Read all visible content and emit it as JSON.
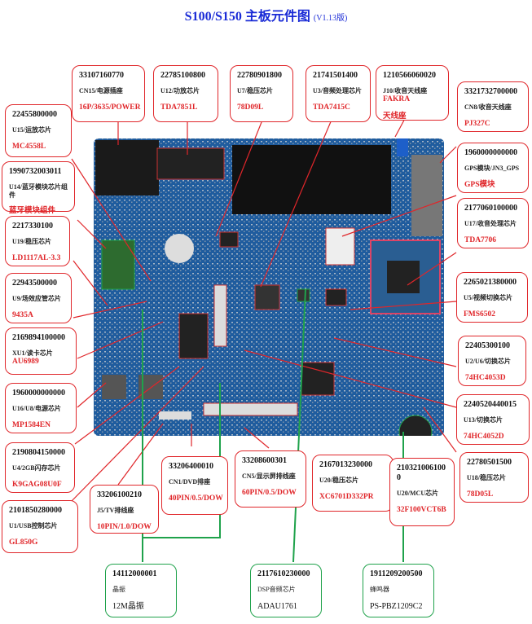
{
  "title": {
    "main": "S100/S150 主板元件图",
    "version": "(V1.13版)"
  },
  "colors": {
    "title": "#1a2bd6",
    "callout_red": "#e0262a",
    "callout_green": "#1fa24b",
    "board": "#1e5a9c"
  },
  "callouts": [
    {
      "id": "cn15",
      "pn": "33107160770",
      "desc": "CN15/电源插座",
      "model": "16P/3635/POWER"
    },
    {
      "id": "u12",
      "pn": "22785100800",
      "desc": "U12/功放芯片",
      "model": "TDA7851L"
    },
    {
      "id": "u7",
      "pn": "22780901800",
      "desc": "U7/稳压芯片",
      "model": "78D09L"
    },
    {
      "id": "u3",
      "pn": "21741501400",
      "desc": "U3/音频处理芯片",
      "model": "TDA7415C"
    },
    {
      "id": "j10",
      "pn": "1210566060020",
      "desc": "J10/收音天线座",
      "model": "FAKRA",
      "model2": "天线座"
    },
    {
      "id": "cn8",
      "pn": "3321732700000",
      "desc": "CN8/收音天线座",
      "model": "PJ327C"
    },
    {
      "id": "gps",
      "pn": "1960000000000",
      "desc": "GPS模块/JN3_GPS",
      "model": "GPS模块"
    },
    {
      "id": "u17",
      "pn": "2177060100000",
      "desc": "U17/收音处理芯片",
      "model": "TDA7706"
    },
    {
      "id": "u15",
      "pn": "22455800000",
      "desc": "U15/运放芯片",
      "model": "MC4558L"
    },
    {
      "id": "u14",
      "pn": "1990732003011",
      "desc": "U14/蓝牙模块芯片组件",
      "model": "蓝牙模块组件"
    },
    {
      "id": "u19",
      "pn": "2217330100",
      "desc": "U19/稳压芯片",
      "model": "LD1117AL-3.3"
    },
    {
      "id": "u9",
      "pn": "22943500000",
      "desc": "U9/场效应管芯片",
      "model": "9435A"
    },
    {
      "id": "xu1",
      "pn": "2169894100000",
      "desc": "XU1/读卡芯片",
      "model": "AU6989"
    },
    {
      "id": "u16",
      "pn": "1960000000000",
      "desc": "U16/U8/电源芯片",
      "model": "MP1584EN"
    },
    {
      "id": "u5",
      "pn": "2265021380000",
      "desc": "U5/视频切换芯片",
      "model": "FMS6502"
    },
    {
      "id": "u2",
      "pn": "22405300100",
      "desc": "U2/U6/切换芯片",
      "model": "74HC4053D"
    },
    {
      "id": "u13",
      "pn": "2240520440015",
      "desc": "U13/切换芯片",
      "model": "74HC4052D"
    },
    {
      "id": "u18",
      "pn": "22780501500",
      "desc": "U18/稳压芯片",
      "model": "78D05L"
    },
    {
      "id": "u4",
      "pn": "2190804150000",
      "desc": "U4/2GB闪存芯片",
      "model": "K9GAG08U0F"
    },
    {
      "id": "u1",
      "pn": "2101850280000",
      "desc": "U1/USB控制芯片",
      "model": "GL850G"
    },
    {
      "id": "j5",
      "pn": "33206100210",
      "desc": "J5/TV排线座",
      "model": "10PIN/1.0/DOW"
    },
    {
      "id": "cn1",
      "pn": "33206400010",
      "desc": "CN1/DVD排座",
      "model": "40PIN/0.5/DOW"
    },
    {
      "id": "cn5",
      "pn": "33208600301",
      "desc": "CN5/显示屏排线座",
      "model": "60PIN/0.5/DOW"
    },
    {
      "id": "u20a",
      "pn": "2167013230000",
      "desc": "U20/稳压芯片",
      "model": "XC6701D332PR"
    },
    {
      "id": "u20b",
      "pn": "2103210061000",
      "desc": "U20/MCU芯片",
      "model": "32F100VCT6B"
    },
    {
      "id": "xtal",
      "pn": "14112000001",
      "desc": "晶振",
      "model": "12M晶振",
      "green": true
    },
    {
      "id": "dsp",
      "pn": "2117610230000",
      "desc": "DSP音频芯片",
      "model": "ADAU1761",
      "green": true
    },
    {
      "id": "buzzer",
      "pn": "1911209200500",
      "desc": "蜂鸣器",
      "model": "PS-PBZ1209C2",
      "green": true
    }
  ]
}
